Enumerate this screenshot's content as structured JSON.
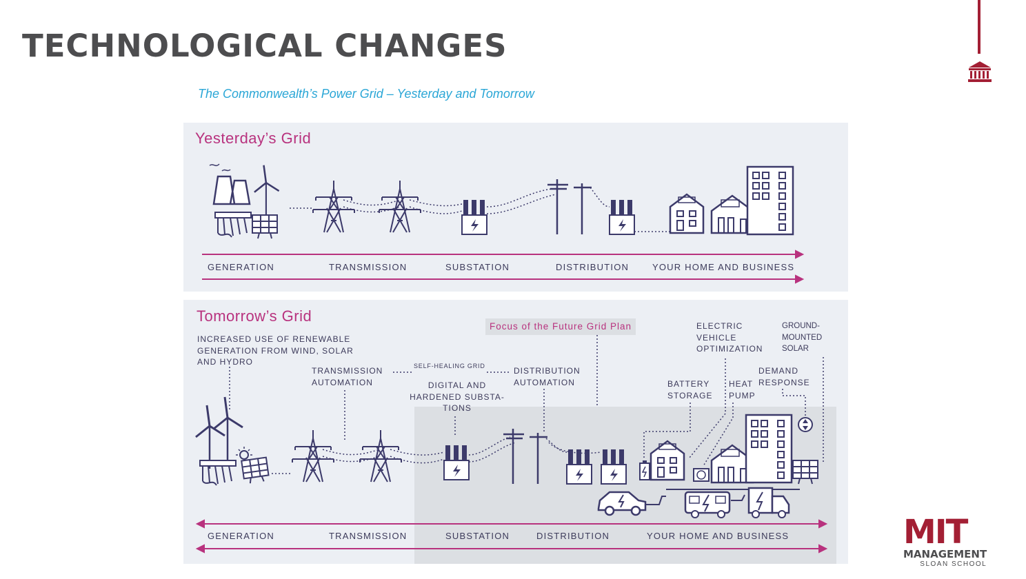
{
  "slide": {
    "title": "TECHNOLOGICAL CHANGES",
    "subtitle": "The Commonwealth’s Power Grid – Yesterday and Tomorrow"
  },
  "yesterday": {
    "title": "Yesterday’s Grid",
    "stages": [
      "GENERATION",
      "TRANSMISSION",
      "SUBSTATION",
      "DISTRIBUTION",
      "YOUR HOME AND BUSINESS"
    ]
  },
  "tomorrow": {
    "title": "Tomorrow’s Grid",
    "focus_label": "Focus of the Future Grid Plan",
    "renewables_note": "INCREASED USE OF RENEWABLE GENERATION FROM WIND, SOLAR AND HYDRO",
    "transmission_automation": "TRANSMISSION AUTOMATION",
    "self_healing": "SELF-HEALING GRID",
    "distribution_automation": "DISTRIBUTION AUTOMATION",
    "digital_substations": "DIGITAL AND HARDENED SUBSTA-TIONS",
    "battery_storage": "BATTERY STORAGE",
    "ev_optimization": "ELECTRIC VEHICLE OPTIMIZATION",
    "heat_pump": "HEAT PUMP",
    "demand_response": "DEMAND RESPONSE",
    "ground_solar": "GROUND-MOUNTED SOLAR",
    "stages": [
      "GENERATION",
      "TRANSMISSION",
      "SUBSTATION",
      "DISTRIBUTION",
      "YOUR HOME AND BUSINESS"
    ]
  },
  "logo": {
    "mark": "MIT",
    "line1": "MANAGEMENT",
    "line2": "SLOAN SCHOOL"
  },
  "colors": {
    "accent_magenta": "#b8327e",
    "subtitle_blue": "#2aa6d6",
    "mit_red": "#a31f34",
    "icon_navy": "#3c3a6a"
  }
}
